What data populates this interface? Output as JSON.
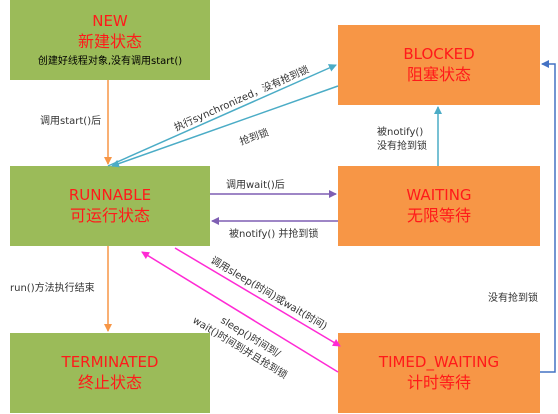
{
  "states": {
    "new": {
      "name": "NEW",
      "cn": "新建状态",
      "desc": "创建好线程对象,没有调用start()"
    },
    "blocked": {
      "name": "BLOCKED",
      "cn": "阻塞状态"
    },
    "runnable": {
      "name": "RUNNABLE",
      "cn": "可运行状态"
    },
    "waiting": {
      "name": "WAITING",
      "cn": "无限等待"
    },
    "terminated": {
      "name": "TERMINATED",
      "cn": "终止状态"
    },
    "timed_waiting": {
      "name": "TIMED_WAITING",
      "cn": "计时等待"
    }
  },
  "transitions": {
    "new_to_runnable": "调用start()后",
    "runnable_to_blocked": "执行synchronized，没有抢到锁",
    "blocked_to_runnable": "抢到锁",
    "waiting_to_blocked_1": "被notify()",
    "waiting_to_blocked_2": "没有抢到锁",
    "runnable_to_waiting": "调用wait()后",
    "waiting_to_runnable": "被notify() 并抢到锁",
    "runnable_to_terminated": "run()方法执行结束",
    "runnable_to_timed": "调用sleep(时间)或wait(时间)",
    "timed_to_runnable_1": "sleep()时间到/",
    "timed_to_runnable_2": "wait()时间到并且抢到锁",
    "timed_to_blocked": "没有抢到锁"
  },
  "colors": {
    "state_green": "#9bbb59",
    "state_orange": "#f79646",
    "state_text": "#ff1a1a",
    "arrow_orange": "#f79646",
    "arrow_teal": "#4bacc6",
    "arrow_purple": "#7f5fb3",
    "arrow_magenta": "#ff2ad4",
    "arrow_blue": "#4472c4"
  }
}
